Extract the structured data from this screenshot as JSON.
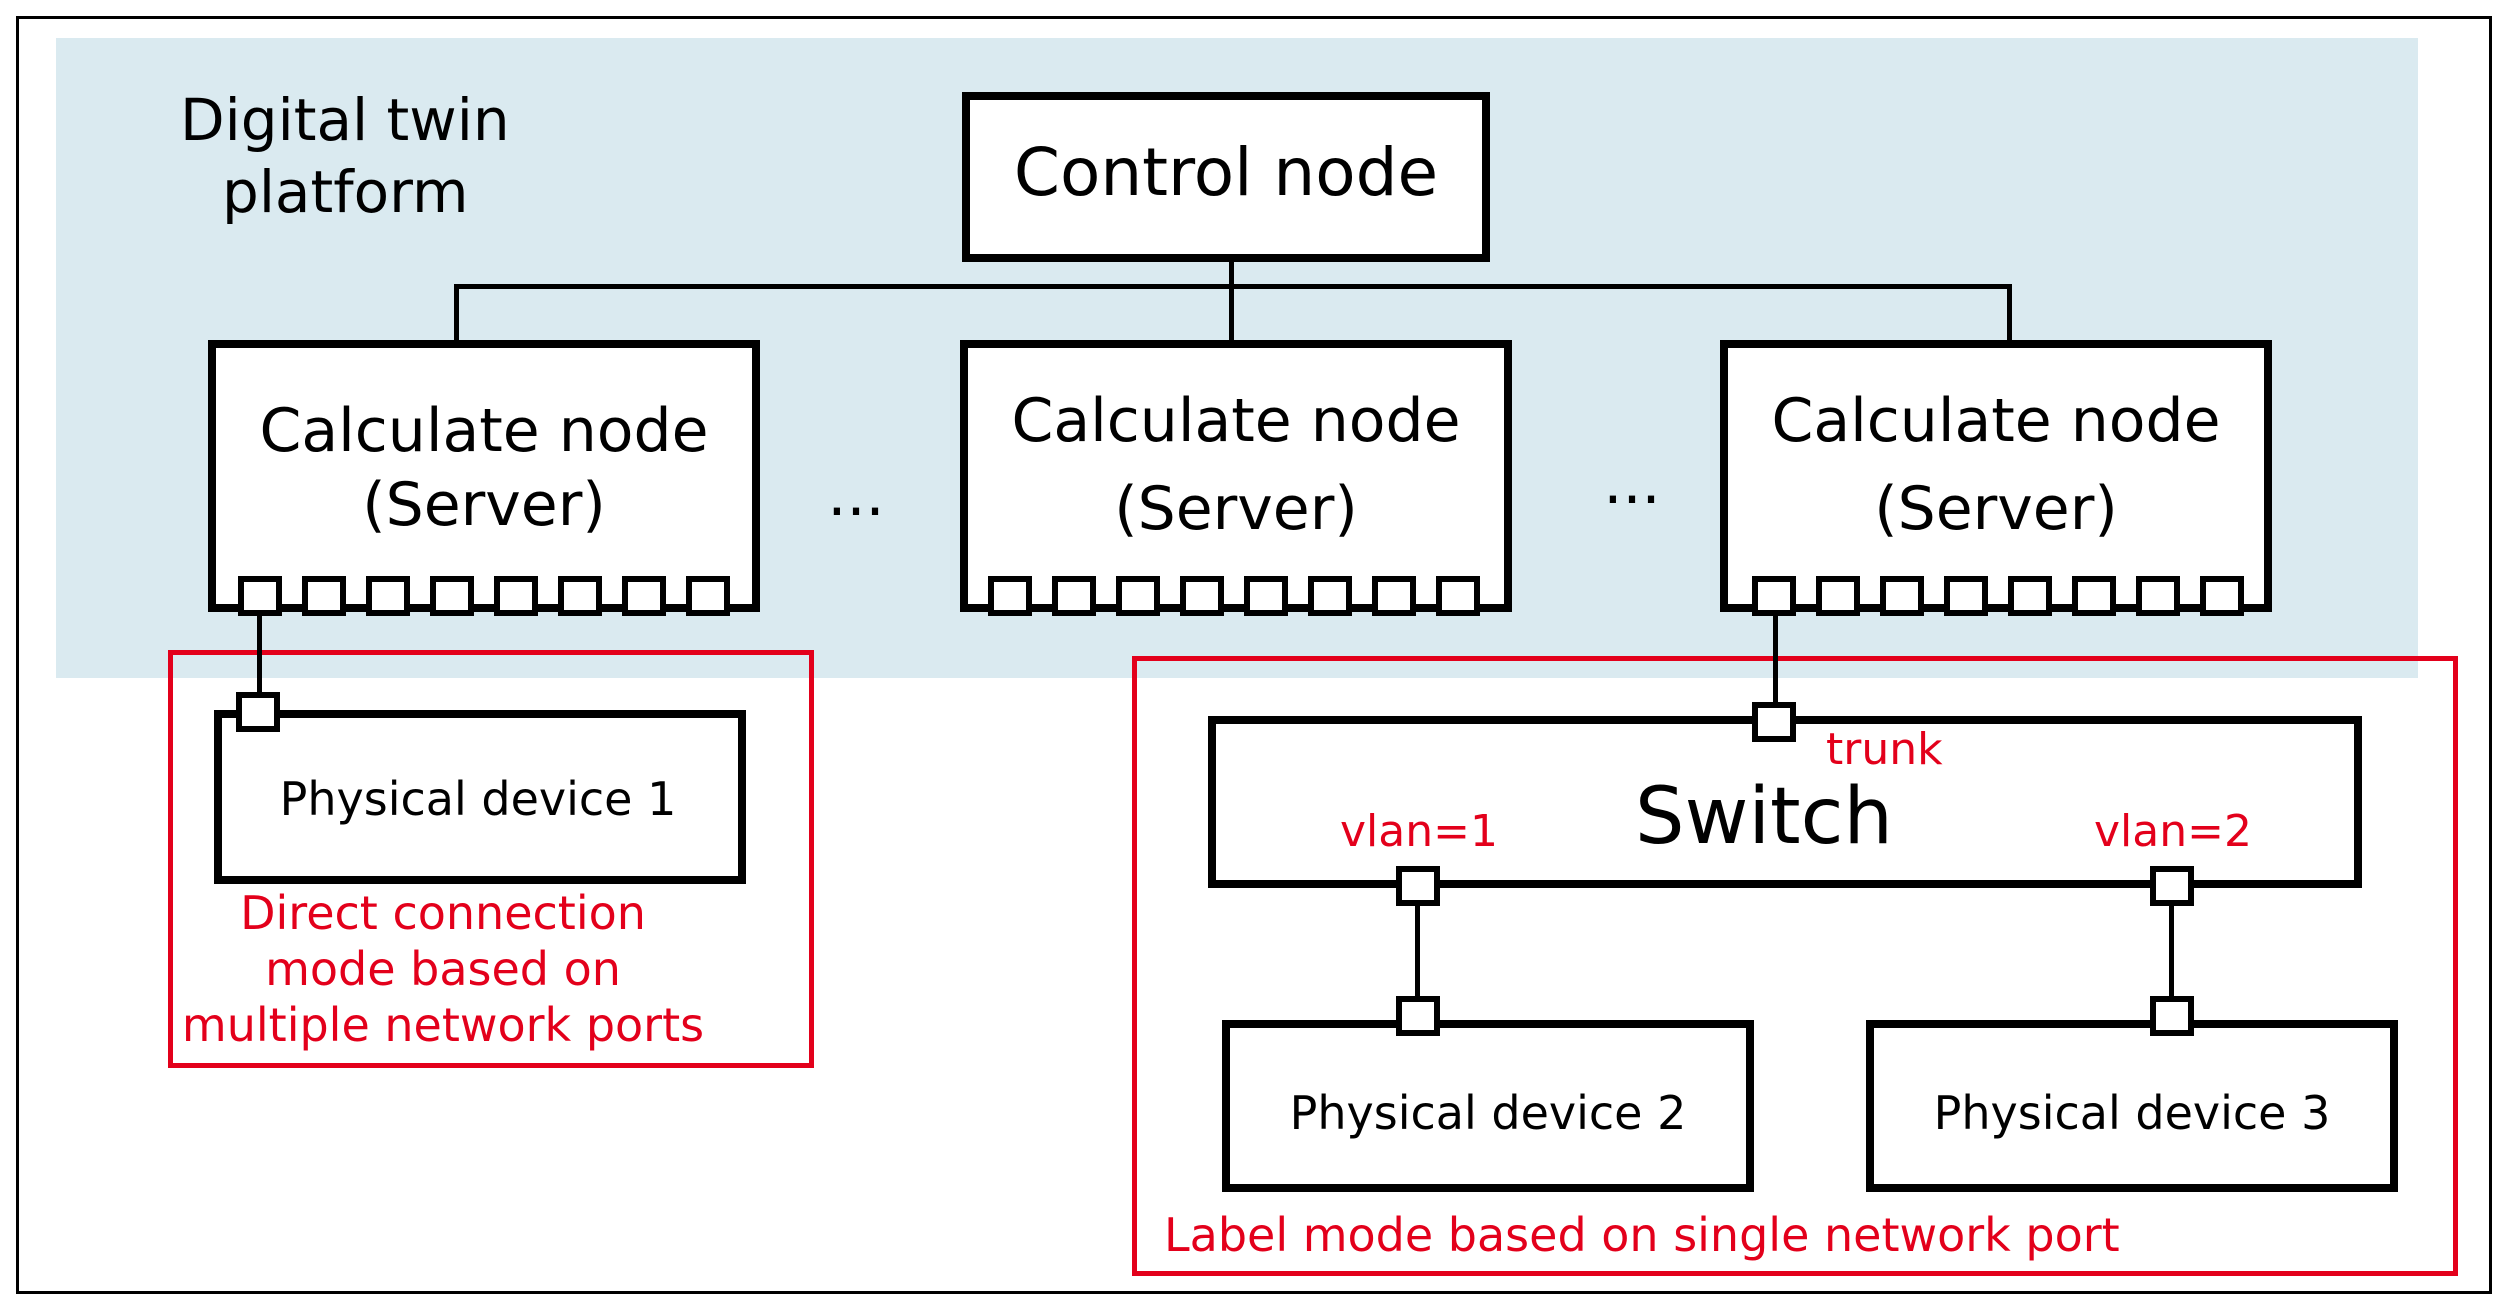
{
  "platform": {
    "title_line1": "Digital twin",
    "title_line2": "platform"
  },
  "control_node": {
    "label": "Control node"
  },
  "calc_nodes": [
    {
      "line1": "Calculate node",
      "line2": "(Server)"
    },
    {
      "line1": "Calculate node",
      "line2": "(Server)"
    },
    {
      "line1": "Calculate node",
      "line2": "(Server)"
    }
  ],
  "ellipsis": "...",
  "devices": {
    "d1": "Physical device 1",
    "d2": "Physical device 2",
    "d3": "Physical device 3"
  },
  "switch": {
    "label": "Switch",
    "trunk": "trunk",
    "vlan1": "vlan=1",
    "vlan2": "vlan=2"
  },
  "modes": {
    "direct_line1": "Direct connection",
    "direct_line2": "mode based on",
    "direct_line3": "multiple network ports",
    "label_mode": "Label mode based on single network port"
  },
  "colors": {
    "platform_bg": "#daeaf0",
    "mode_red": "#e3001b",
    "line": "#000000"
  }
}
